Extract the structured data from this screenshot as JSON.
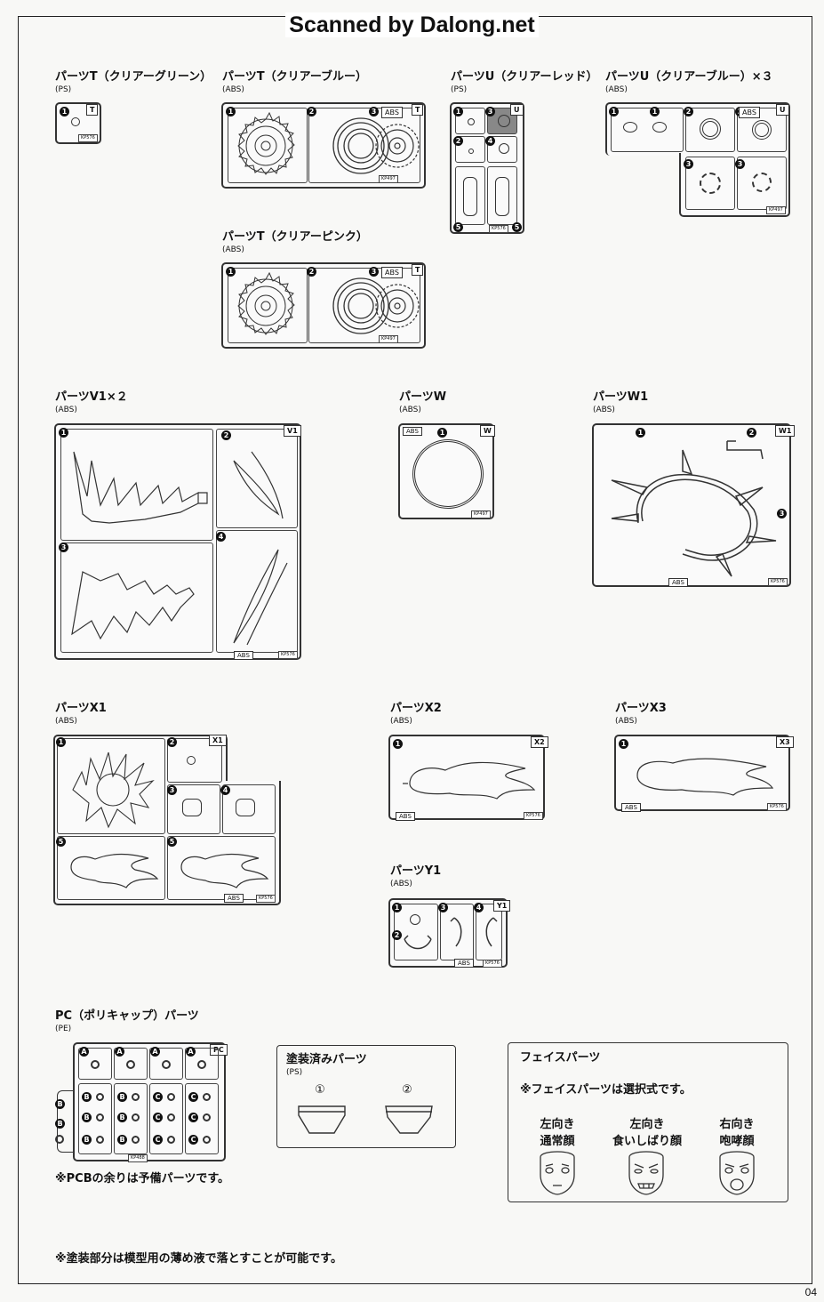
{
  "header": {
    "scan_credit": "Scanned by Dalong.net",
    "page_number": "04"
  },
  "parts": {
    "t_green": {
      "label": "パーツT（クリアーグリーン）",
      "material": "(PS)",
      "letter": "T",
      "nums": [
        "1"
      ],
      "tags": [],
      "code": "KP576"
    },
    "t_blue": {
      "label": "パーツT（クリアーブルー）",
      "material": "(ABS)",
      "letter": "T",
      "nums": [
        "1",
        "2",
        "3"
      ],
      "tags": [
        "ABS"
      ],
      "code": "KP497"
    },
    "t_pink": {
      "label": "パーツT（クリアーピンク）",
      "material": "(ABS)",
      "letter": "T",
      "nums": [
        "1",
        "2",
        "3"
      ],
      "tags": [
        "ABS"
      ],
      "code": "KP497"
    },
    "u_red": {
      "label": "パーツU（クリアーレッド）",
      "material": "(PS)",
      "letter": "U",
      "nums": [
        "1",
        "2",
        "3",
        "4",
        "5",
        "5"
      ],
      "tags": [],
      "code": "KP576"
    },
    "u_blue": {
      "label": "パーツU（クリアーブルー）×３",
      "material": "(ABS)",
      "letter": "U",
      "nums": [
        "1",
        "1",
        "2",
        "2",
        "3",
        "3"
      ],
      "tags": [
        "ABS"
      ],
      "code": "KP497"
    },
    "v1": {
      "label": "パーツV1×２",
      "material": "(ABS)",
      "letter": "V1",
      "nums": [
        "1",
        "2",
        "3",
        "4"
      ],
      "tags": [
        "ABS"
      ],
      "code": "KP576"
    },
    "w": {
      "label": "パーツW",
      "material": "(ABS)",
      "letter": "W",
      "nums": [
        "1"
      ],
      "tags": [
        "ABS"
      ],
      "code": "KP497"
    },
    "w1": {
      "label": "パーツW1",
      "material": "(ABS)",
      "letter": "W1",
      "nums": [
        "1",
        "2",
        "3"
      ],
      "tags": [
        "ABS"
      ],
      "code": "KP576"
    },
    "x1": {
      "label": "パーツX1",
      "material": "(ABS)",
      "letter": "X1",
      "nums": [
        "1",
        "2",
        "3",
        "4",
        "5",
        "5"
      ],
      "tags": [
        "ABS"
      ],
      "code": "KP576"
    },
    "x2": {
      "label": "パーツX2",
      "material": "(ABS)",
      "letter": "X2",
      "nums": [
        "1"
      ],
      "tags": [
        "ABS"
      ],
      "code": "KP576"
    },
    "x3": {
      "label": "パーツX3",
      "material": "(ABS)",
      "letter": "X3",
      "nums": [
        "1"
      ],
      "tags": [
        "ABS"
      ],
      "code": "KP576"
    },
    "y1": {
      "label": "パーツY1",
      "material": "(ABS)",
      "letter": "Y1",
      "nums": [
        "1",
        "2",
        "3",
        "4"
      ],
      "tags": [
        "ABS"
      ],
      "code": "KP576"
    },
    "pc": {
      "label": "PC（ポリキャップ）パーツ",
      "material": "(PE)",
      "letter": "PC",
      "code": "KP488",
      "letters_a": "A",
      "letters_b": "B",
      "letters_c": "C",
      "note": "※PCBの余りは予備パーツです。"
    }
  },
  "painted": {
    "title": "塗装済みパーツ",
    "material": "(PS)",
    "items": [
      "①",
      "②"
    ]
  },
  "face": {
    "title": "フェイスパーツ",
    "note": "※フェイスパーツは選択式です。",
    "faces": [
      {
        "line1": "左向き",
        "line2": "通常顔"
      },
      {
        "line1": "左向き",
        "line2": "食いしばり顔"
      },
      {
        "line1": "右向き",
        "line2": "咆哮顔"
      }
    ]
  },
  "footer_note": "※塗装部分は模型用の薄め液で落とすことが可能です。"
}
